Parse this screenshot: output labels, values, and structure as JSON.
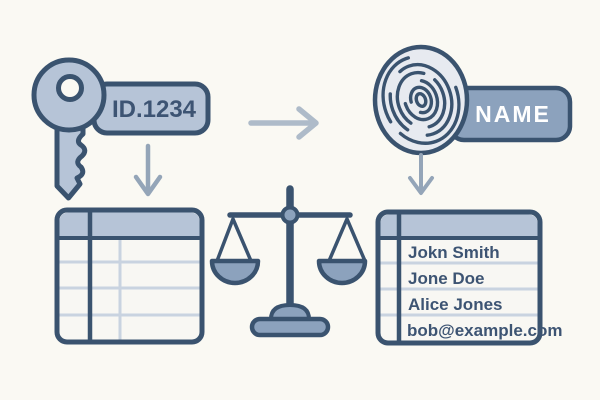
{
  "colors": {
    "bg": "#faf9f3",
    "outline": "#3a536f",
    "fill_light": "#b6c4d7",
    "fill_medium": "#8ca2bd",
    "fill_print": "#e7eaf0",
    "table_body": "#f8f7f3",
    "grid_line": "#c9d3e0",
    "arrow": "#94a5b8",
    "arrow_light": "#aebbc9",
    "text_dark": "#3d5473",
    "text_light": "#ffffff"
  },
  "key_tag": {
    "label": "ID.1234"
  },
  "name_tag": {
    "label": "NAME"
  },
  "left_table": {
    "row_count": 4,
    "cells_empty": true
  },
  "right_table": {
    "rows": [
      "Jokn Smith",
      "Jone Doe",
      "Alice Jones",
      "bob@example.com"
    ]
  },
  "icons": {
    "key": "key-icon",
    "fingerprint": "fingerprint-icon",
    "scale": "balance-scale-icon",
    "flow": "arrow-right-icon",
    "down_left": "arrow-down-icon",
    "down_right": "arrow-down-icon"
  }
}
